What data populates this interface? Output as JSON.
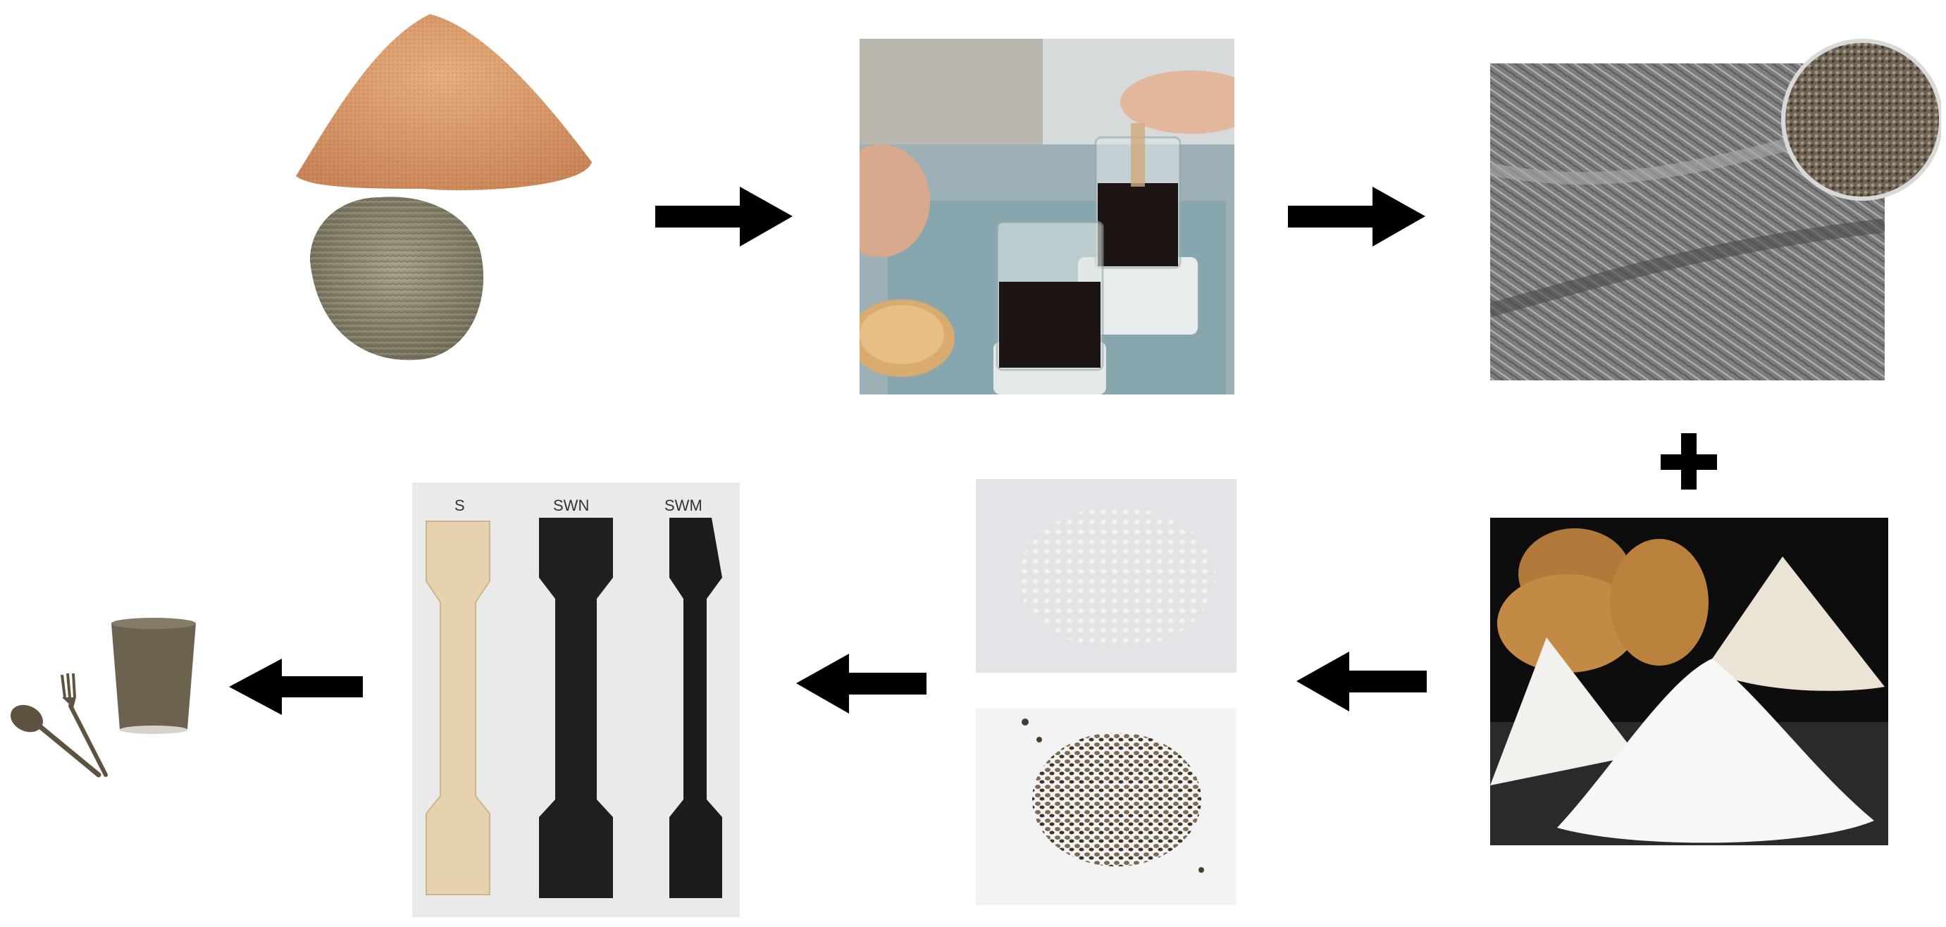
{
  "process_flow": {
    "steps": [
      {
        "id": "raw-materials",
        "icon": "sawdust-and-fiber-pile-icon"
      },
      {
        "id": "lab-treatment",
        "icon": "beaker-on-stirrer-icon"
      },
      {
        "id": "sem-fiber-micrograph",
        "icon": "microscope-fiber-icon"
      },
      {
        "id": "starch-powder",
        "icon": "potato-starch-icon"
      },
      {
        "id": "pellets",
        "icon": "pellets-icon"
      },
      {
        "id": "tensile-specimens",
        "icon": "dogbone-specimen-icon"
      },
      {
        "id": "biodegradable-products",
        "icon": "cutlery-and-cup-icon"
      }
    ],
    "specimen_labels": [
      "S",
      "SWN",
      "SWM"
    ],
    "colors": {
      "sawdust": "#d99a68",
      "fiber": "#8a8672",
      "solution": "#1d1414",
      "sem": "#8c8c8c",
      "starch": "#f2f1ee",
      "specimen_light": "#e6d3ae",
      "specimen_dark": "#1f1f1f",
      "arrow": "#000000"
    }
  }
}
